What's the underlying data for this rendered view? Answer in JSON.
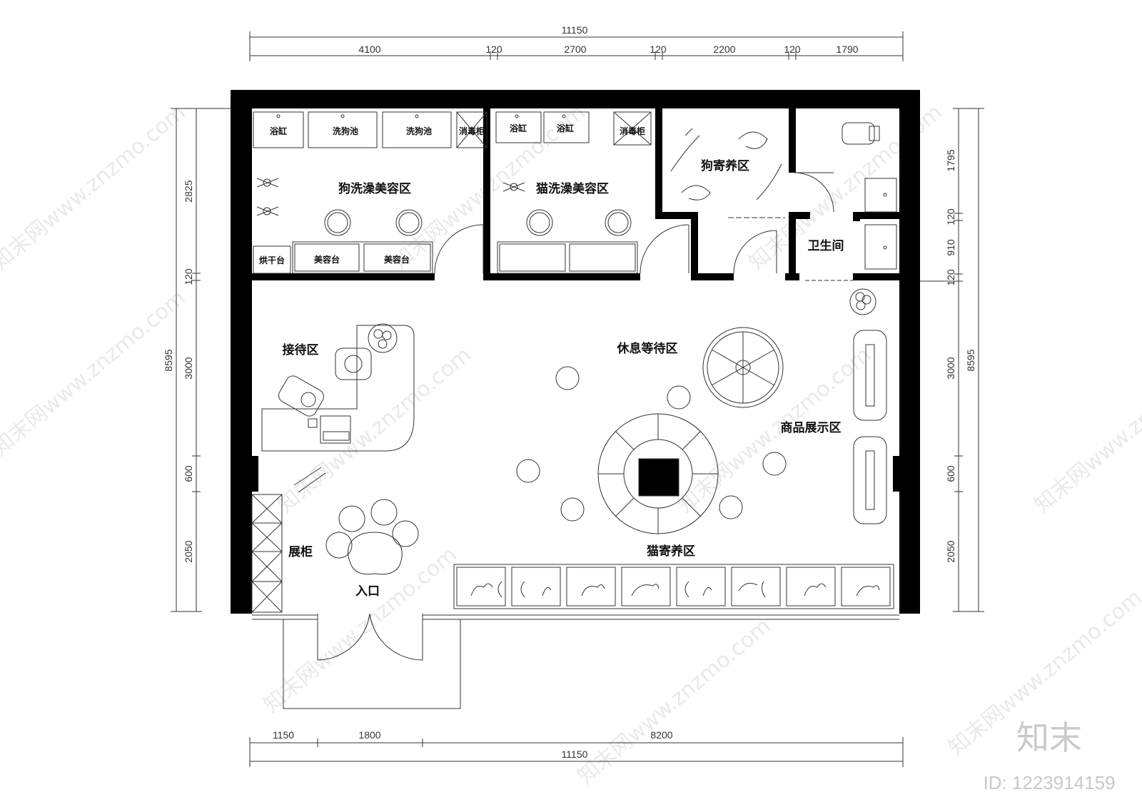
{
  "dimensions": {
    "top_total": "11150",
    "top_segments": [
      "4100",
      "120",
      "2700",
      "120",
      "2200",
      "120",
      "1790"
    ],
    "bottom_segments": [
      "1150",
      "1800",
      "8200"
    ],
    "bottom_total": "11150",
    "left_segments": [
      "2825",
      "120",
      "3000",
      "600",
      "2050"
    ],
    "left_total": "8595",
    "right_segments": [
      "1795",
      "120",
      "910",
      "120",
      "3000",
      "600",
      "2050"
    ],
    "right_total": "8595"
  },
  "rooms": {
    "dog_grooming": "狗洗澡美容区",
    "cat_grooming": "猫洗澡美容区",
    "dog_boarding": "狗寄养区",
    "restroom": "卫生间",
    "reception": "接待区",
    "lounge": "休息等待区",
    "product_display": "商品展示区",
    "display_cabinet": "展柜",
    "entrance": "入口",
    "cat_boarding": "猫寄养区"
  },
  "fixtures": {
    "bathtub": "浴缸",
    "dog_wash_pool": "洗狗池",
    "disinfect_cabinet": "消毒柜",
    "dryer_table": "烘干台",
    "grooming_table": "美容台"
  },
  "branding": {
    "watermark": "知末网www.znzmo.com",
    "brand_mark": "知末",
    "image_id": "ID: 1223914159"
  }
}
